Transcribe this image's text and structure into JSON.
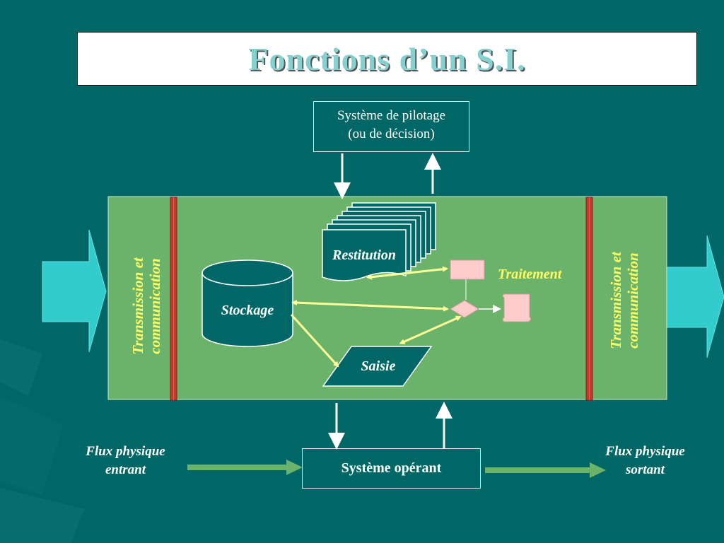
{
  "title": "Fonctions d’un S.I.",
  "pilotage": {
    "line1": "Système de pilotage",
    "line2": "(ou de décision)"
  },
  "operant": "Système opérant",
  "flux_entrant": {
    "line1": "Flux physique",
    "line2": "entrant"
  },
  "flux_sortant": {
    "line1": "Flux physique",
    "line2": "sortant"
  },
  "transmission_left": {
    "line1": "Transmission et",
    "line2": "communication"
  },
  "transmission_right": {
    "line1": "Transmission et",
    "line2": "communication"
  },
  "stockage": "Stockage",
  "restitution": "Restitution",
  "saisie": "Saisie",
  "traitement": "Traitement",
  "colors": {
    "background": "#006666",
    "panel": "#6bb36b",
    "accent_yellow": "#ffff66",
    "red_bar": "#cc3333",
    "cyan_arrow": "#33cccc",
    "pink_shape": "#ffcccc"
  }
}
